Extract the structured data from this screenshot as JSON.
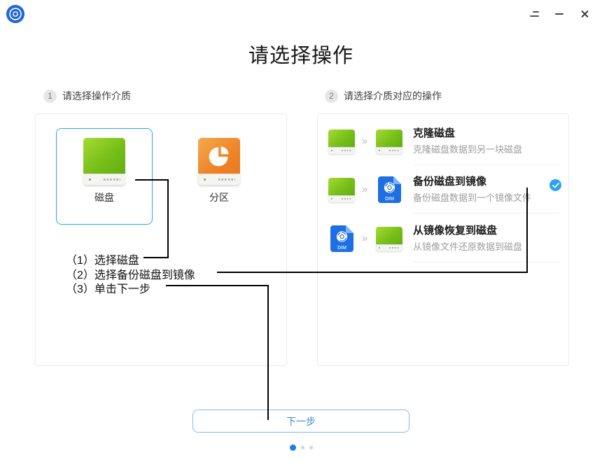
{
  "window": {
    "logo_icon": "app-logo-swirl",
    "controls": {
      "menu_icon": "window-menu",
      "minimize_icon": "window-minimize",
      "close_icon": "window-close"
    }
  },
  "page_title": "请选择操作",
  "steps": [
    {
      "number": "1",
      "label": "请选择操作介质"
    },
    {
      "number": "2",
      "label": "请选择介质对应的操作"
    }
  ],
  "media_options": [
    {
      "label": "磁盘",
      "icon": "disk-drive-green",
      "selected": true
    },
    {
      "label": "分区",
      "icon": "partition-drive-orange",
      "selected": false
    }
  ],
  "arrow_glyph": "»",
  "dim_file_label": "DIM",
  "operation_options": [
    {
      "title": "克隆磁盘",
      "subtitle": "克隆磁盘数据到另一块磁盘",
      "from_icon": "disk",
      "to_icon": "disk",
      "selected": false
    },
    {
      "title": "备份磁盘到镜像",
      "subtitle": "备份磁盘数据到一个镜像文件",
      "from_icon": "disk",
      "to_icon": "dim-image-file",
      "selected": true
    },
    {
      "title": "从镜像恢复到磁盘",
      "subtitle": "从镜像文件还原数据到磁盘",
      "from_icon": "dim-image-file",
      "to_icon": "disk",
      "selected": false
    }
  ],
  "annotations": [
    "（1）选择磁盘",
    "（2）选择备份磁盘到镜像",
    "（3）单击下一步"
  ],
  "next_button_label": "下一步",
  "pagination": {
    "dot_count": 3,
    "active_index": 0
  },
  "colors": {
    "accent_blue": "#2aa7f0",
    "logo_blue": "#2066d8",
    "disk_green": "#79c31d",
    "partition_orange": "#ef8429",
    "check_blue": "#29a2f3",
    "annotation_line": "#000000"
  }
}
